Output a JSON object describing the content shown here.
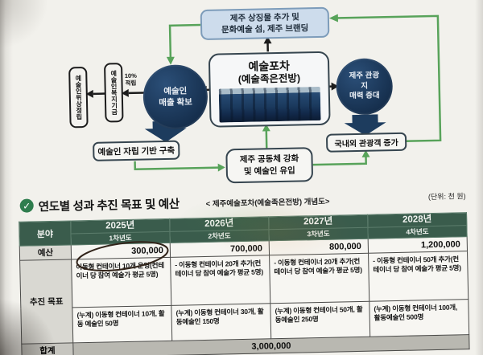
{
  "diagram": {
    "top_box": "제주 상징물 추가 및\n문화예술 섬, 제주 브랜딩",
    "center_box_line1": "예술포차",
    "center_box_line2": "(예술족은전방)",
    "left_circle": "예술인\n매출 확보",
    "right_circle": "제주 관광\n지\n매력 증대",
    "fund_box": "예술인복지기금",
    "status_box": "예술인위상정립",
    "savings_label": "10%\n적립",
    "banner1": "예술인 자립 기반 구축",
    "community_box": "제주 공동체 강화\n및 예술인 유입",
    "tourists_box": "국내외 관광객 증가",
    "photo_name": "art-pocha-container-photo"
  },
  "section": {
    "check": "✓",
    "title": "연도별 성과 추진 목표 및 예산",
    "caption": "< 제주예술포차(예술족은전방) 개념도>",
    "unit": "(단위: 천 원)"
  },
  "table": {
    "col0_header": "분야",
    "years": [
      {
        "year": "2025년",
        "sub": "1차년도"
      },
      {
        "year": "2026년",
        "sub": "2차년도"
      },
      {
        "year": "2027년",
        "sub": "3차년도"
      },
      {
        "year": "2028년",
        "sub": "4차년도"
      }
    ],
    "budget_label": "예산",
    "budget_values": [
      "300,000",
      "700,000",
      "800,000",
      "1,200,000"
    ],
    "goal_label": "추진 목표",
    "goal_row1": [
      "이동형 컨테이너 10개 운영(컨테이너 당 참여 예술가 평균 5명)",
      "- 이동형 컨테이너 20개 추가(컨테이너 당 참여 예술가 평균 5명)",
      "- 이동형 컨테이너 20개 추가(컨테이너 당 참여 예술가 평균 5명)",
      "- 이동형 컨테이너 50개 추가(컨테이너 당 참여 예술가 평균 5명)"
    ],
    "goal_row2": [
      "(누계) 이동형 컨테이너 10개, 활동 예술인 50명",
      "(누계) 이동형 컨테이너 30개, 활동예술인 150명",
      "(누계) 이동형 컨테이너 50개, 활동예술인 250명",
      "(누계) 이동형 컨테이너 100개, 활동예술인 500명"
    ],
    "total_label": "합계",
    "total_value": "3,000,000"
  },
  "colors": {
    "header_green": "#3a5c4c",
    "circle_navy": "#1d3c5e",
    "arrow_green": "#58a35a",
    "check_green": "#2f7d4e",
    "top_box_blue": "#cddcec"
  }
}
